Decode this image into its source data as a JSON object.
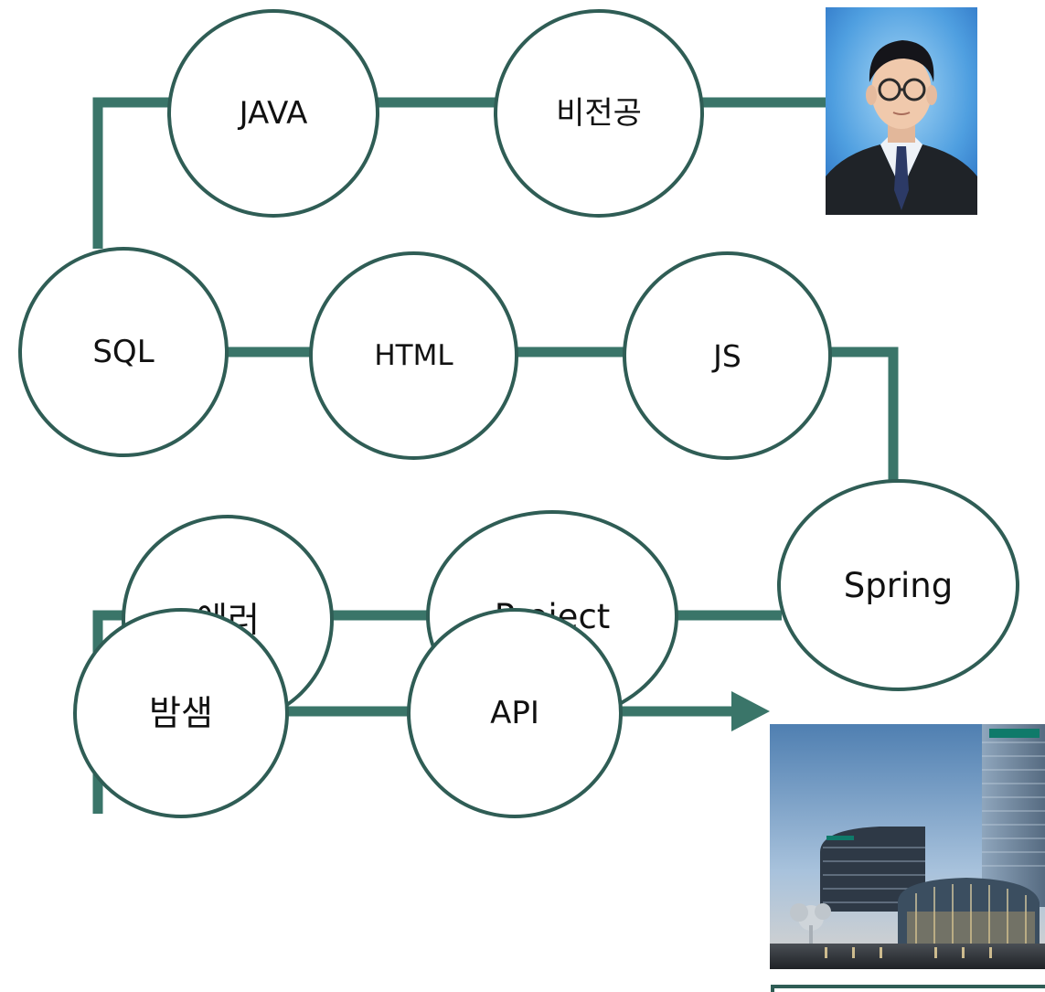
{
  "colors": {
    "line": "#3a7569",
    "node_border": "#2f5d55",
    "node_fill": "#ffffff",
    "text": "#111111"
  },
  "nodes": {
    "java": "JAVA",
    "non_major": "비전공",
    "sql": "SQL",
    "html": "HTML",
    "js": "JS",
    "spring": "Spring",
    "error": "에러",
    "project": "Project",
    "all_nighter": "밤샘",
    "api": "API"
  },
  "images": {
    "portrait": "person-portrait-photo",
    "building": "office-building-photo"
  }
}
